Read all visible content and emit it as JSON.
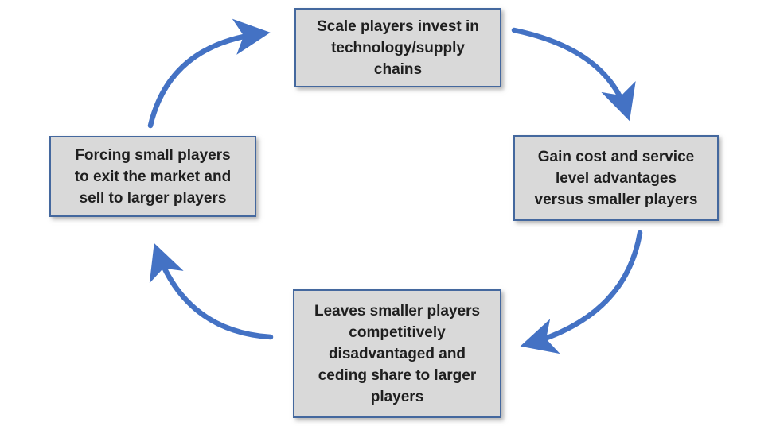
{
  "diagram": {
    "type": "cycle",
    "direction": "clockwise",
    "nodes": [
      {
        "id": "top",
        "label": "Scale players invest in technology/supply chains",
        "lines": [
          "Scale players invest in",
          "technology/supply",
          "chains"
        ]
      },
      {
        "id": "right",
        "label": "Gain cost and service level advantages versus smaller players",
        "lines": [
          "Gain cost and service",
          "level advantages",
          "versus smaller players"
        ]
      },
      {
        "id": "bottom",
        "label": "Leaves smaller players competitively disadvantaged and ceding share to larger players",
        "lines": [
          "Leaves smaller players",
          "competitively",
          "disadvantaged and",
          "ceding share to larger",
          "players"
        ]
      },
      {
        "id": "left",
        "label": "Forcing small players to exit the market and sell to larger players",
        "lines": [
          "Forcing small players",
          "to exit the market and",
          "sell to larger players"
        ]
      }
    ],
    "edges": [
      {
        "from": "top",
        "to": "right"
      },
      {
        "from": "right",
        "to": "bottom"
      },
      {
        "from": "bottom",
        "to": "left"
      },
      {
        "from": "left",
        "to": "top"
      }
    ],
    "colors": {
      "box_fill": "#d9d9d9",
      "box_border": "#44689e",
      "arrow": "#4472c4",
      "text": "#1f1f1f",
      "background": "#ffffff"
    }
  }
}
